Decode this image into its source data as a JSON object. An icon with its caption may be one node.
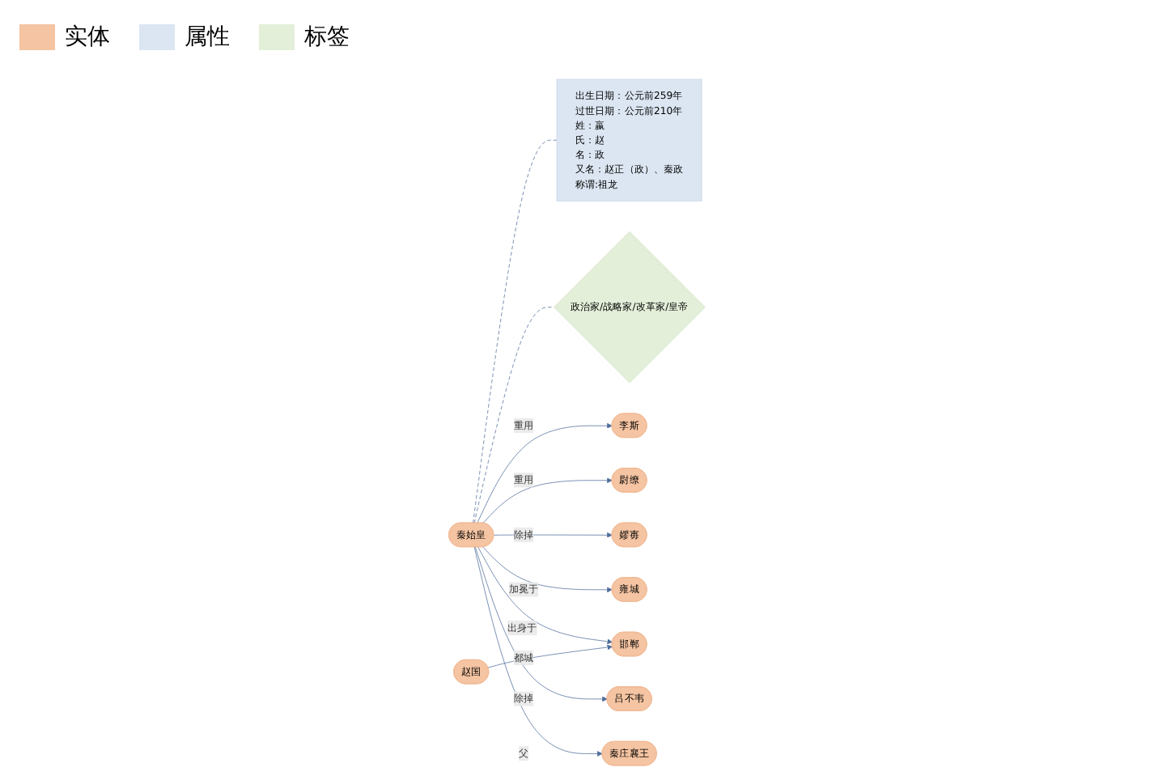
{
  "diagram": {
    "nodes": [
      {
        "text": [
          "政治家/战略家/改革家/皇帝"
        ]
      },
      {
        "text": [
          "出生日期：公元前259年",
          "过世日期：公元前210年",
          "姓：嬴",
          "氏：赵",
          "名：政",
          "又名：赵正（政）、秦政",
          "称谓:祖龙"
        ]
      },
      {
        "text": [
          "秦庄襄王"
        ]
      },
      {
        "text": [
          "秦始皇"
        ]
      },
      {
        "text": [
          "吕不韦"
        ]
      },
      {
        "text": [
          "雍城"
        ]
      },
      {
        "text": [
          "嫪毐"
        ]
      },
      {
        "text": [
          "邯郸"
        ]
      },
      {
        "text": [
          "李斯"
        ]
      },
      {
        "text": [
          "赵国"
        ]
      },
      {
        "text": [
          "尉缭"
        ]
      }
    ],
    "edges": [
      {
        "from": 3,
        "to": 2,
        "label": "父",
        "arrow": "to"
      },
      {
        "from": 3,
        "to": 4,
        "label": "除掉",
        "arrow": "to"
      },
      {
        "from": 3,
        "to": 5,
        "label": "加冕于",
        "arrow": "to"
      },
      {
        "from": 3,
        "to": 6,
        "label": "除掉",
        "arrow": "to"
      },
      {
        "from": 3,
        "to": 7,
        "label": "出身于",
        "arrow": "to"
      },
      {
        "from": 3,
        "to": 10,
        "label": "重用",
        "arrow": "to"
      },
      {
        "from": 3,
        "to": 8,
        "label": "重用",
        "arrow": "to"
      },
      {
        "from": 9,
        "to": 7,
        "label": "都城",
        "arrow": "to"
      },
      {
        "from": 3,
        "to": 0,
        "arrow": "none",
        "style": "dashed"
      },
      {
        "from": 3,
        "to": 1,
        "arrow": "none",
        "style": "dashed"
      }
    ],
    "legend": [
      {
        "text": "实体",
        "color": "#f5c4a2"
      },
      {
        "text": "属性",
        "color": "#dce6f2"
      },
      {
        "text": "标签",
        "color": "#e3efd9"
      }
    ]
  }
}
